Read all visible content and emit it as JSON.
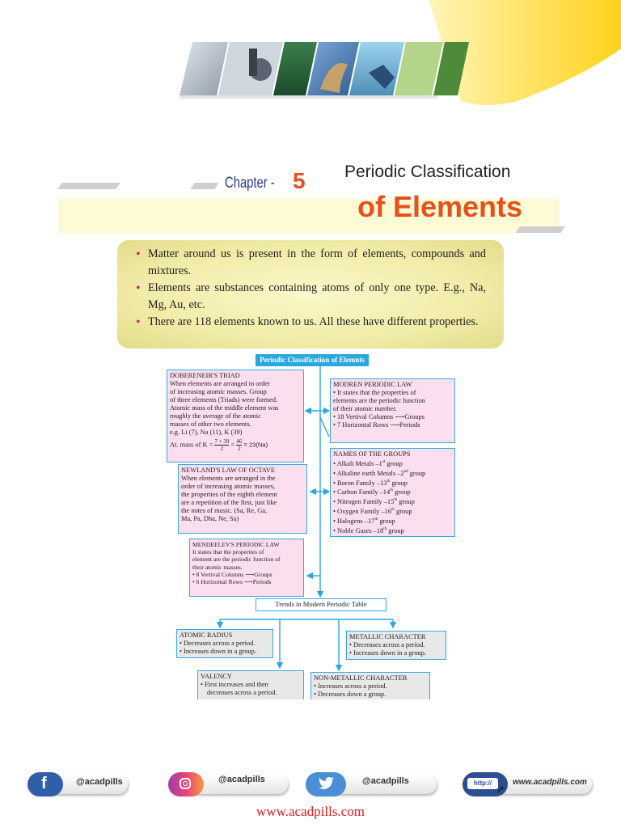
{
  "header": {
    "chapter_label": "Chapter -",
    "chapter_number": "5",
    "title_line1": "Periodic Classification",
    "title_line2": "of Elements"
  },
  "intro": {
    "bullets": [
      "Matter around us is present in the form of elements, compounds and mixtures.",
      "Elements are substances containing atoms of only one type. E.g., Na, Mg, Au, etc.",
      "There are 118 elements known to us. All these have different properties."
    ]
  },
  "flowchart": {
    "title": "Periodic Classification of Elemnts",
    "dobereiner": {
      "heading": "DOBERENEIR'S TRIAD",
      "lines": [
        "When elements are arranged in order",
        "of increasing atomic masses. Group",
        "of three elements (Triads) were formed.",
        "Atomic mass of the middle element was",
        "roughly the average of the atomic",
        "masses of other two elements.",
        "e.g. Li (7), Na (11), K (39)"
      ],
      "formula_prefix": "At. mass of K = ",
      "formula_frac1_num": "7 + 39",
      "formula_frac1_den": "2",
      "formula_frac2_num": "46",
      "formula_frac2_den": "2",
      "formula_result": "= 23(Na)"
    },
    "newland": {
      "heading": "NEWLAND'S LAW OF OCTAVE",
      "lines": [
        "When elements are arranged in the",
        "order of increasing atomic masses,",
        "the properties of the eighth element",
        "are a repetition of the first, just like",
        "the notes of music. (Sa, Re, Ga,",
        "Ma, Pa, Dha, Ne, Sa)"
      ]
    },
    "mendeleev": {
      "heading": "MENDEELEV'S PERIODIC LAW",
      "lines": [
        "It states that the properties of",
        "element are the periodic function of",
        "their atomic masses."
      ],
      "row1_left": "• 8 Vertival Columns",
      "row1_right": "Groups",
      "row2_left": "• 6 Horizontal Rows",
      "row2_right": "Periods"
    },
    "modern": {
      "heading": "MODREN PERIODIC LAW",
      "lines": [
        "• It states that the properties of",
        "  elements are the periodic function",
        "  of their atomic number."
      ],
      "row1_left": "• 18 Vertival Columns",
      "row1_right": "Groups",
      "row2_left": "• 7 Horizontal Rows",
      "row2_right": "Periods"
    },
    "groups": {
      "heading": "NAMES OF THE GROUPS",
      "items": [
        {
          "text": "• Alkali Metals –1",
          "sup": "st",
          "tail": " group"
        },
        {
          "text": "• Alkaline earth Metals –2",
          "sup": "nd",
          "tail": " group"
        },
        {
          "text": "• Boron Family –13",
          "sup": "th",
          "tail": " group"
        },
        {
          "text": "• Carbon Family –14",
          "sup": "th",
          "tail": " group"
        },
        {
          "text": "• Nitrogen Family –15",
          "sup": "th",
          "tail": " group"
        },
        {
          "text": "• Oxygen Family –16",
          "sup": "th",
          "tail": " group"
        },
        {
          "text": "• Halogens –17",
          "sup": "th",
          "tail": " group"
        },
        {
          "text": "• Noble Gases –18",
          "sup": "th",
          "tail": " group"
        }
      ]
    },
    "trends_title": "Trends in Modern Periodic Table",
    "atomic_radius": {
      "heading": "ATOMIC RADIUS",
      "lines": [
        "• Decreases across a period.",
        "• Increases down in a group."
      ]
    },
    "metallic": {
      "heading": "METALLIC CHARACTER",
      "lines": [
        "• Decreases across a period.",
        "• Increases down in a group."
      ]
    },
    "valency": {
      "heading": "VALENCY",
      "lines": [
        "• First increases and then",
        "  decreases across a period."
      ]
    },
    "nonmetallic": {
      "heading": "NON-METALLIC CHARACTER",
      "lines": [
        "• Increases across a period.",
        "• Decreases down a group."
      ]
    }
  },
  "social": {
    "facebook": "@acadpills",
    "instagram": "@acadpills",
    "twitter": "@acadpills",
    "web_badge": "http://",
    "website": "www.acadpills.com"
  },
  "footer": {
    "url": "www.acadpills.com"
  },
  "colors": {
    "accent_orange": "#e8501b",
    "chapter_blue": "#2a3a94",
    "flow_blue": "#2aa7df",
    "bullet_pink": "#e0206c",
    "footer_red": "#e21d1d"
  }
}
